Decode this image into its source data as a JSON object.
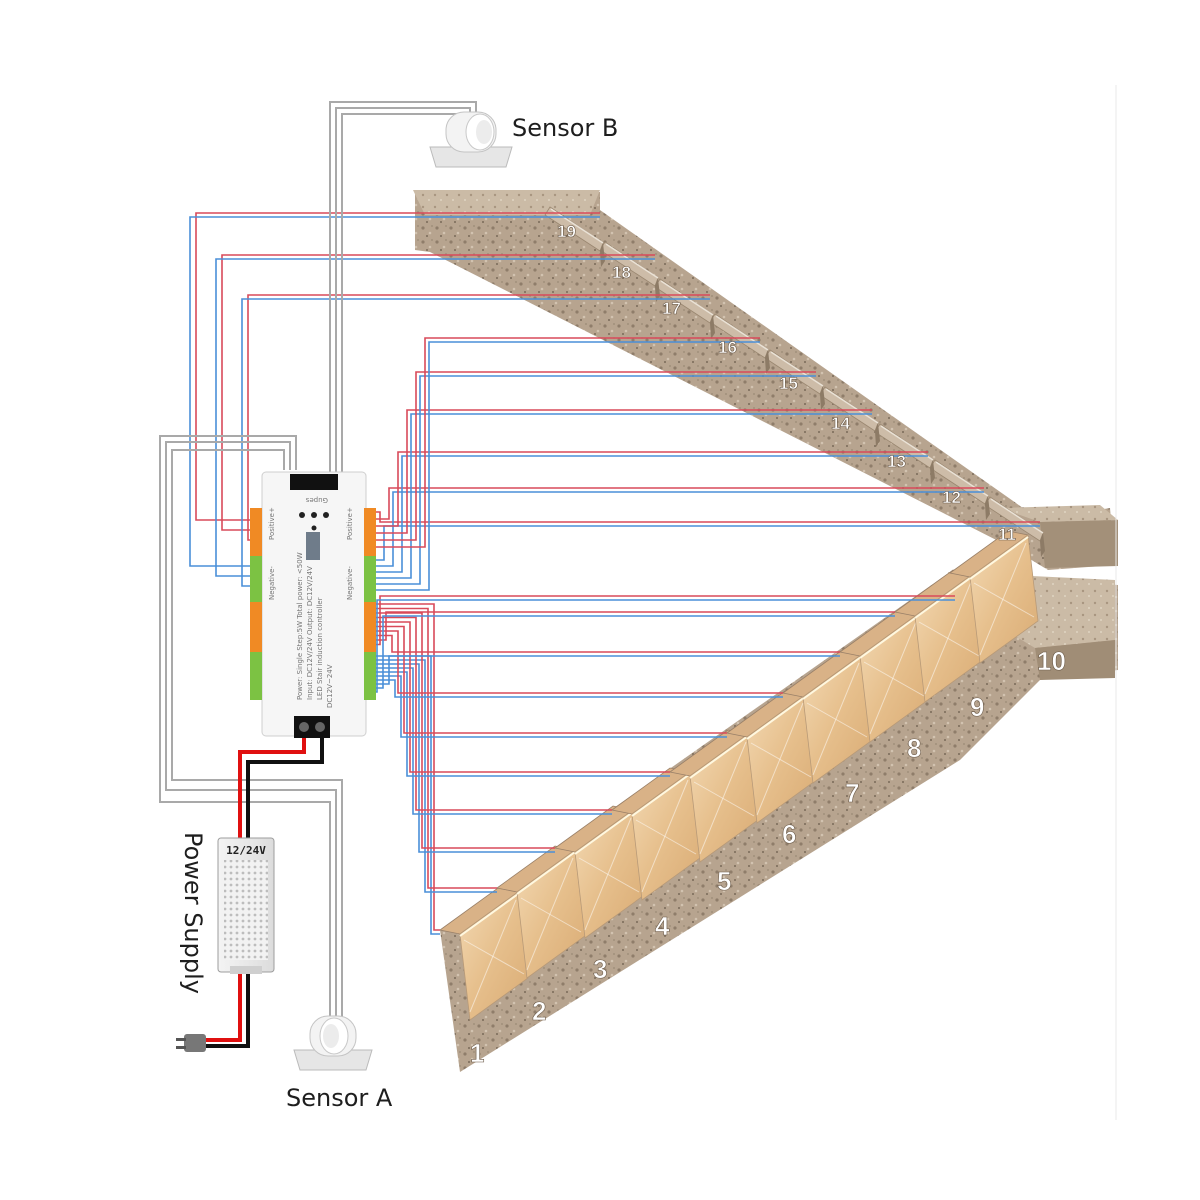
{
  "labels": {
    "sensor_a": "Sensor A",
    "sensor_b": "Sensor B",
    "power_supply": "Power Supply",
    "voltage": "12/24V"
  },
  "controller": {
    "brand": "Gupes",
    "model": "LED Stair induction controller",
    "input_line": "Input: DC12V/24V  Output: DC12V/24V",
    "power_line": "Power: Single Step:5W Total power: <50W",
    "terminal_labels": [
      "Positive+",
      "Negative-",
      "Positive+",
      "Negative-"
    ],
    "power_terminal": "DC12V~24V"
  },
  "steps": [
    "1",
    "2",
    "3",
    "4",
    "5",
    "6",
    "7",
    "8",
    "9",
    "10",
    "11",
    "12",
    "13",
    "14",
    "15",
    "16",
    "17",
    "18",
    "19"
  ],
  "colors": {
    "wire_red": "#d94a5a",
    "wire_blue": "#4a8fd8",
    "wire_gray": "#a8a8a8",
    "cable_red": "#e01010",
    "cable_black": "#111111",
    "terminal_orange": "#f08a24",
    "terminal_green": "#7cc243",
    "stone": "#b9a690",
    "wood": "#e9c69a"
  },
  "icons": [
    "pir-sensor-icon",
    "plug-icon",
    "power-supply-icon",
    "controller-icon"
  ]
}
